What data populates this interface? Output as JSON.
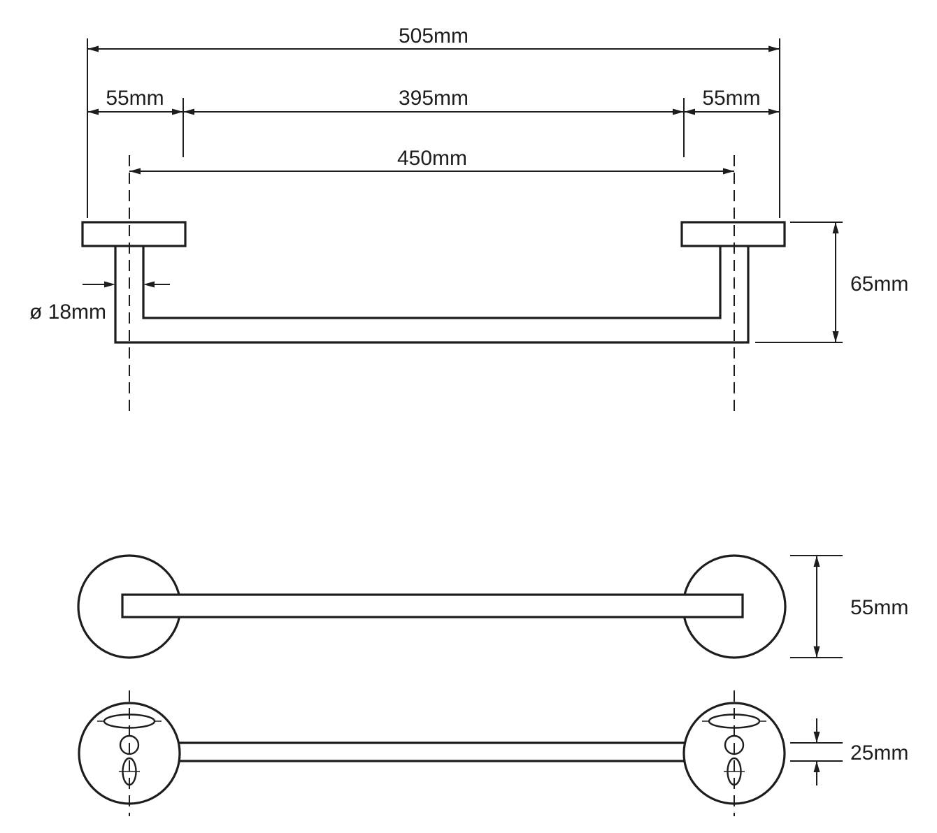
{
  "diagram": {
    "labels": {
      "total_width": "505mm",
      "left_offset": "55mm",
      "center_span": "395mm",
      "right_offset": "55mm",
      "mounting_span": "450mm",
      "bracket_height": "65mm",
      "bar_diameter": "ø 18mm",
      "plate_diameter": "55mm",
      "plate_depth": "25mm"
    },
    "colors": {
      "line": "#1d1d1b",
      "background": "#ffffff"
    }
  }
}
